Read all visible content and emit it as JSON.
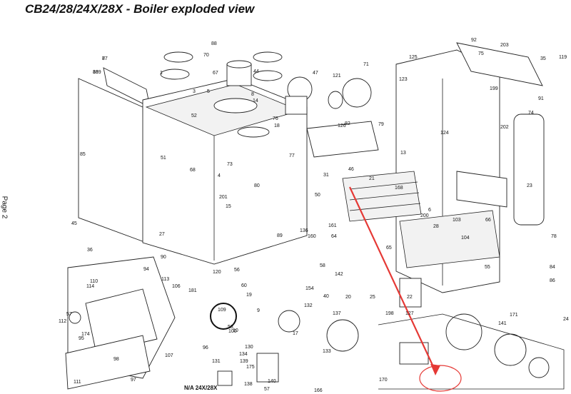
{
  "title": "CB24/28/24X/28X - Boiler exploded view",
  "page_label": "Page 2",
  "note": "N/A 24X/28X",
  "colors": {
    "arrow": "#e53935",
    "highlight_circle": "#e53935",
    "line": "#222222"
  },
  "callouts": [
    "87",
    "169",
    "85",
    "88",
    "70",
    "1",
    "44",
    "67",
    "3",
    "5",
    "8",
    "14",
    "52",
    "76",
    "47",
    "121",
    "71",
    "125",
    "203",
    "92",
    "35",
    "119",
    "75",
    "123",
    "199",
    "126",
    "82",
    "18",
    "79",
    "74",
    "202",
    "91",
    "124",
    "13",
    "77",
    "51",
    "73",
    "68",
    "4",
    "15",
    "46",
    "80",
    "50",
    "23",
    "21",
    "31",
    "28",
    "6",
    "66",
    "103",
    "104",
    "78",
    "201",
    "45",
    "27",
    "90",
    "89",
    "136",
    "160",
    "161",
    "64",
    "65",
    "200",
    "168",
    "36",
    "94",
    "107",
    "114",
    "110",
    "113",
    "106",
    "96",
    "109",
    "181",
    "53",
    "57",
    "112",
    "174",
    "95",
    "98",
    "97",
    "111",
    "175",
    "130",
    "134",
    "131",
    "139",
    "170",
    "141",
    "142",
    "133",
    "132",
    "137",
    "40",
    "20",
    "25",
    "22",
    "198",
    "127",
    "171",
    "55",
    "84",
    "86",
    "24",
    "100",
    "57",
    "138",
    "140",
    "166",
    "56",
    "60",
    "10",
    "154",
    "9",
    "17",
    "19",
    "58",
    "120",
    "7",
    "83"
  ]
}
